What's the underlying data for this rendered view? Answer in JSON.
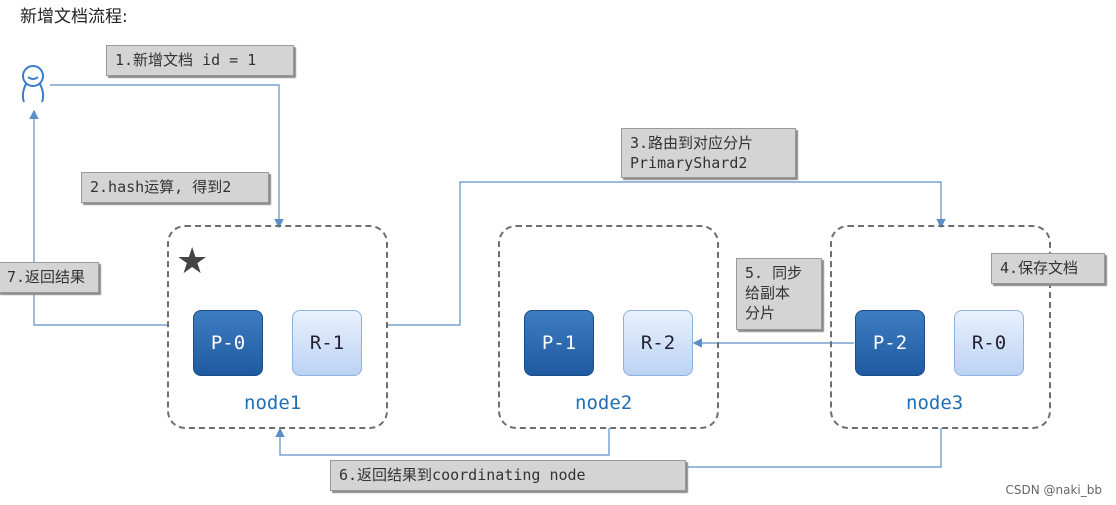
{
  "title": "新增文档流程:",
  "labels": {
    "step1": "1.新增文档 id = 1",
    "step2": "2.hash运算, 得到2",
    "step3": "3.路由到对应分片\nPrimaryShard2",
    "step4": "4.保存文档",
    "step5": "5. 同步\n给副本\n分片",
    "step6": "6.返回结果到coordinating node",
    "step7": "7.返回结果"
  },
  "nodes": [
    {
      "name": "node1",
      "shards": [
        "P-0",
        "R-1"
      ]
    },
    {
      "name": "node2",
      "shards": [
        "P-1",
        "R-2"
      ]
    },
    {
      "name": "node3",
      "shards": [
        "P-2",
        "R-0"
      ]
    }
  ],
  "watermark": "CSDN @naki_bb",
  "colors": {
    "primary": "#2a66ad",
    "replica": "#cfdff7",
    "line": "#5b8ec6",
    "node_text": "#1f6fb5"
  }
}
